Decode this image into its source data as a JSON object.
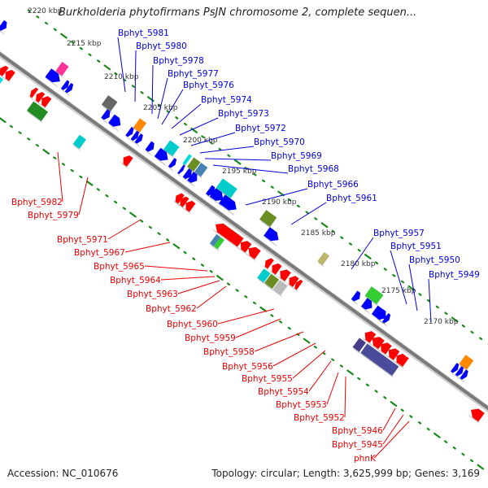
{
  "title": "Burkholderia phytofirmans PsJN chromosome 2, complete sequen...",
  "footer": {
    "accession": "Accession: NC_010676",
    "summary": "Topology: circular; Length: 3,625,999 bp; Genes: 3,169"
  },
  "colors": {
    "forward_label": "#0000dd",
    "reverse_label": "#ee0000",
    "backbone": "#888888",
    "ticks": "#1a8a1a",
    "forward_cds": "#0000ff",
    "reverse_cds": "#ff0000"
  },
  "scale_ticks": [
    {
      "label": "2220 kbp",
      "kbp": 2220
    },
    {
      "label": "2215 kbp",
      "kbp": 2215
    },
    {
      "label": "2210 kbp",
      "kbp": 2210
    },
    {
      "label": "2205 kbp",
      "kbp": 2205
    },
    {
      "label": "2200 kbp",
      "kbp": 2200
    },
    {
      "label": "2195 kbp",
      "kbp": 2195
    },
    {
      "label": "2190 kbp",
      "kbp": 2190
    },
    {
      "label": "2185 kbp",
      "kbp": 2185
    },
    {
      "label": "2180 kbp",
      "kbp": 2180
    },
    {
      "label": "2175 kbp",
      "kbp": 2175
    },
    {
      "label": "2170 kbp",
      "kbp": 2170
    }
  ],
  "forward_labels": [
    "Bphyt_5981",
    "Bphyt_5980",
    "Bphyt_5978",
    "Bphyt_5977",
    "Bphyt_5976",
    "Bphyt_5974",
    "Bphyt_5973",
    "Bphyt_5972",
    "Bphyt_5970",
    "Bphyt_5969",
    "Bphyt_5968",
    "Bphyt_5966",
    "Bphyt_5961",
    "Bphyt_5957",
    "Bphyt_5951",
    "Bphyt_5950",
    "Bphyt_5949"
  ],
  "reverse_labels": [
    "Bphyt_5982",
    "Bphyt_5979",
    "Bphyt_5971",
    "Bphyt_5967",
    "Bphyt_5965",
    "Bphyt_5964",
    "Bphyt_5963",
    "Bphyt_5962",
    "Bphyt_5960",
    "Bphyt_5959",
    "Bphyt_5958",
    "Bphyt_5956",
    "Bphyt_5955",
    "Bphyt_5954",
    "Bphyt_5953",
    "Bphyt_5952",
    "Bphyt_5946",
    "Bphyt_5945",
    "phnK"
  ],
  "legend_feature_types": {
    "forward_cds": "blue",
    "reverse_cds": "red",
    "colored_boxes": [
      "cyan",
      "green",
      "gray",
      "orange",
      "olive",
      "steelblue",
      "khaki",
      "magenta",
      "slateblue",
      "silver"
    ]
  }
}
